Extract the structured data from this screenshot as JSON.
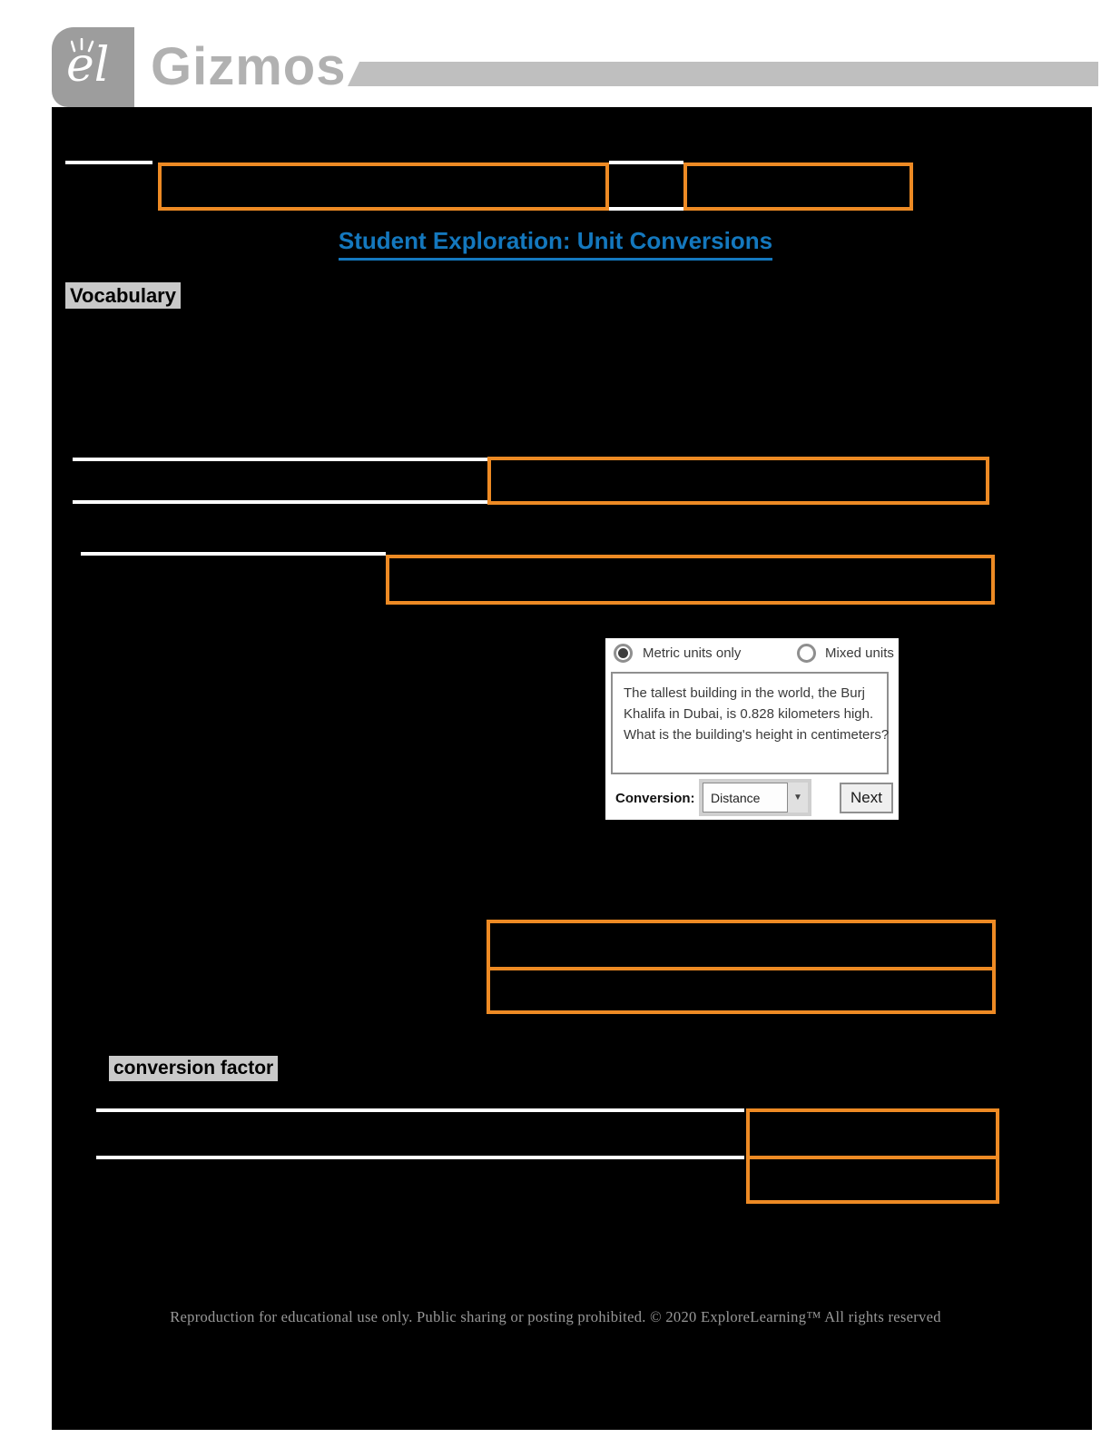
{
  "header": {
    "monogram": "el",
    "brand": "Gizmos"
  },
  "document": {
    "title": "Student Exploration: Unit Conversions",
    "vocabulary_label": "Vocabulary",
    "conversion_factor_label": "conversion factor",
    "footer": "Reproduction for educational use only. Public sharing or posting prohibited. © 2020 ExploreLearning™ All rights reserved"
  },
  "gizmo_panel": {
    "metric_radio_label": "Metric units only",
    "mixed_radio_label": "Mixed units",
    "question_lines": [
      "The tallest building in the world, the Burj",
      "Khalifa in Dubai, is 0.828 kilometers high.",
      "What is the building's height in centimeters?"
    ],
    "conversion_label": "Conversion:",
    "conversion_value": "Distance",
    "dropdown_arrow": "▼",
    "next_button_label": "Next"
  },
  "colors": {
    "accent_orange": "#ED8A24",
    "title_blue": "#1478BE",
    "highlight_gray": "#C9C9C9",
    "page_background": "#000000"
  }
}
